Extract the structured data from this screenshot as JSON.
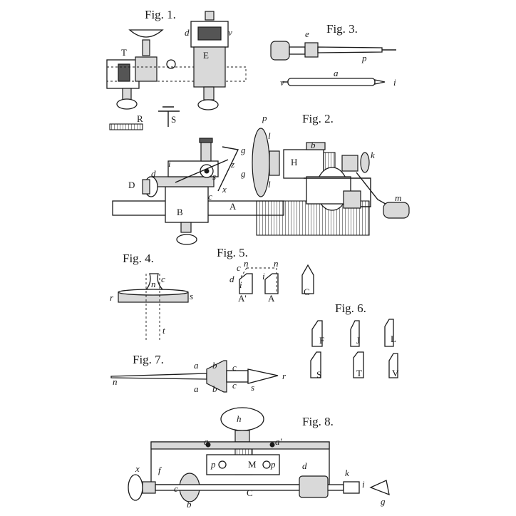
{
  "figures": {
    "fig1": {
      "title": "Fig. 1.",
      "labels": {
        "T": "T",
        "E": "E",
        "d": "d",
        "v": "v",
        "R": "R",
        "S": "S"
      }
    },
    "fig2": {
      "title": "Fig. 2.",
      "labels": {
        "p": "p",
        "l": "l",
        "b": "b",
        "g": "g",
        "g2": "g",
        "H": "H",
        "k": "k",
        "i": "i",
        "d": "d",
        "z": "z",
        "D": "D",
        "s": "s",
        "x": "x",
        "c": "c",
        "B": "B",
        "A": "A",
        "m": "m",
        "l2": "l"
      }
    },
    "fig3": {
      "title": "Fig. 3.",
      "labels": {
        "e": "e",
        "p": "p",
        "a": "a",
        "v": "v",
        "i": "i"
      }
    },
    "fig4": {
      "title": "Fig. 4.",
      "labels": {
        "c": "c",
        "n": "n",
        "r": "r",
        "s": "s",
        "t": "t"
      }
    },
    "fig5": {
      "title": "Fig. 5.",
      "labels": {
        "c": "c",
        "n": "n",
        "n2": "n",
        "d": "d",
        "i": "i",
        "i2": "i",
        "A1": "A'",
        "A": "A",
        "C": "C"
      }
    },
    "fig6": {
      "title": "Fig. 6.",
      "tools": [
        "F",
        "J",
        "L",
        "S",
        "T",
        "V"
      ]
    },
    "fig7": {
      "title": "Fig. 7.",
      "labels": {
        "n": "n",
        "a": "a",
        "a2": "a",
        "b": "b",
        "b2": "b",
        "c": "c",
        "c2": "c",
        "r": "r",
        "s": "s"
      }
    },
    "fig8": {
      "title": "Fig. 8.",
      "labels": {
        "h": "h",
        "a": "a",
        "a1": "a'",
        "p": "p",
        "M": "M",
        "p2": "p",
        "d": "d",
        "f": "f",
        "x": "x",
        "c": "c",
        "b": "b",
        "C": "C",
        "k": "k",
        "i": "i",
        "g": "g"
      }
    }
  }
}
